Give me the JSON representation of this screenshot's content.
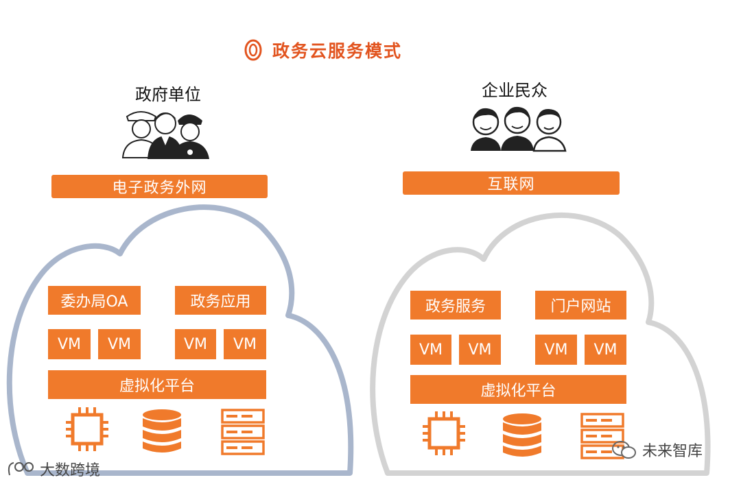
{
  "title": "政务云服务模式",
  "left": {
    "group_label": "政府单位",
    "network_label": "电子政务外网",
    "app1": "委办局OA",
    "app2": "政务应用",
    "vm_labels": [
      "VM",
      "VM",
      "VM",
      "VM"
    ],
    "platform_label": "虚拟化平台"
  },
  "right": {
    "group_label": "企业民众",
    "network_label": "互联网",
    "app1": "政务服务",
    "app2": "门户网站",
    "vm_labels": [
      "VM",
      "VM",
      "VM",
      "VM"
    ],
    "platform_label": "虚拟化平台"
  },
  "watermark_left": "大数跨境",
  "watermark_right": "未来智库",
  "colors": {
    "accent": "#f07a2b",
    "title": "#e2541f",
    "cloud_left": "#a9b6cc",
    "cloud_right": "#d3d3d3"
  }
}
